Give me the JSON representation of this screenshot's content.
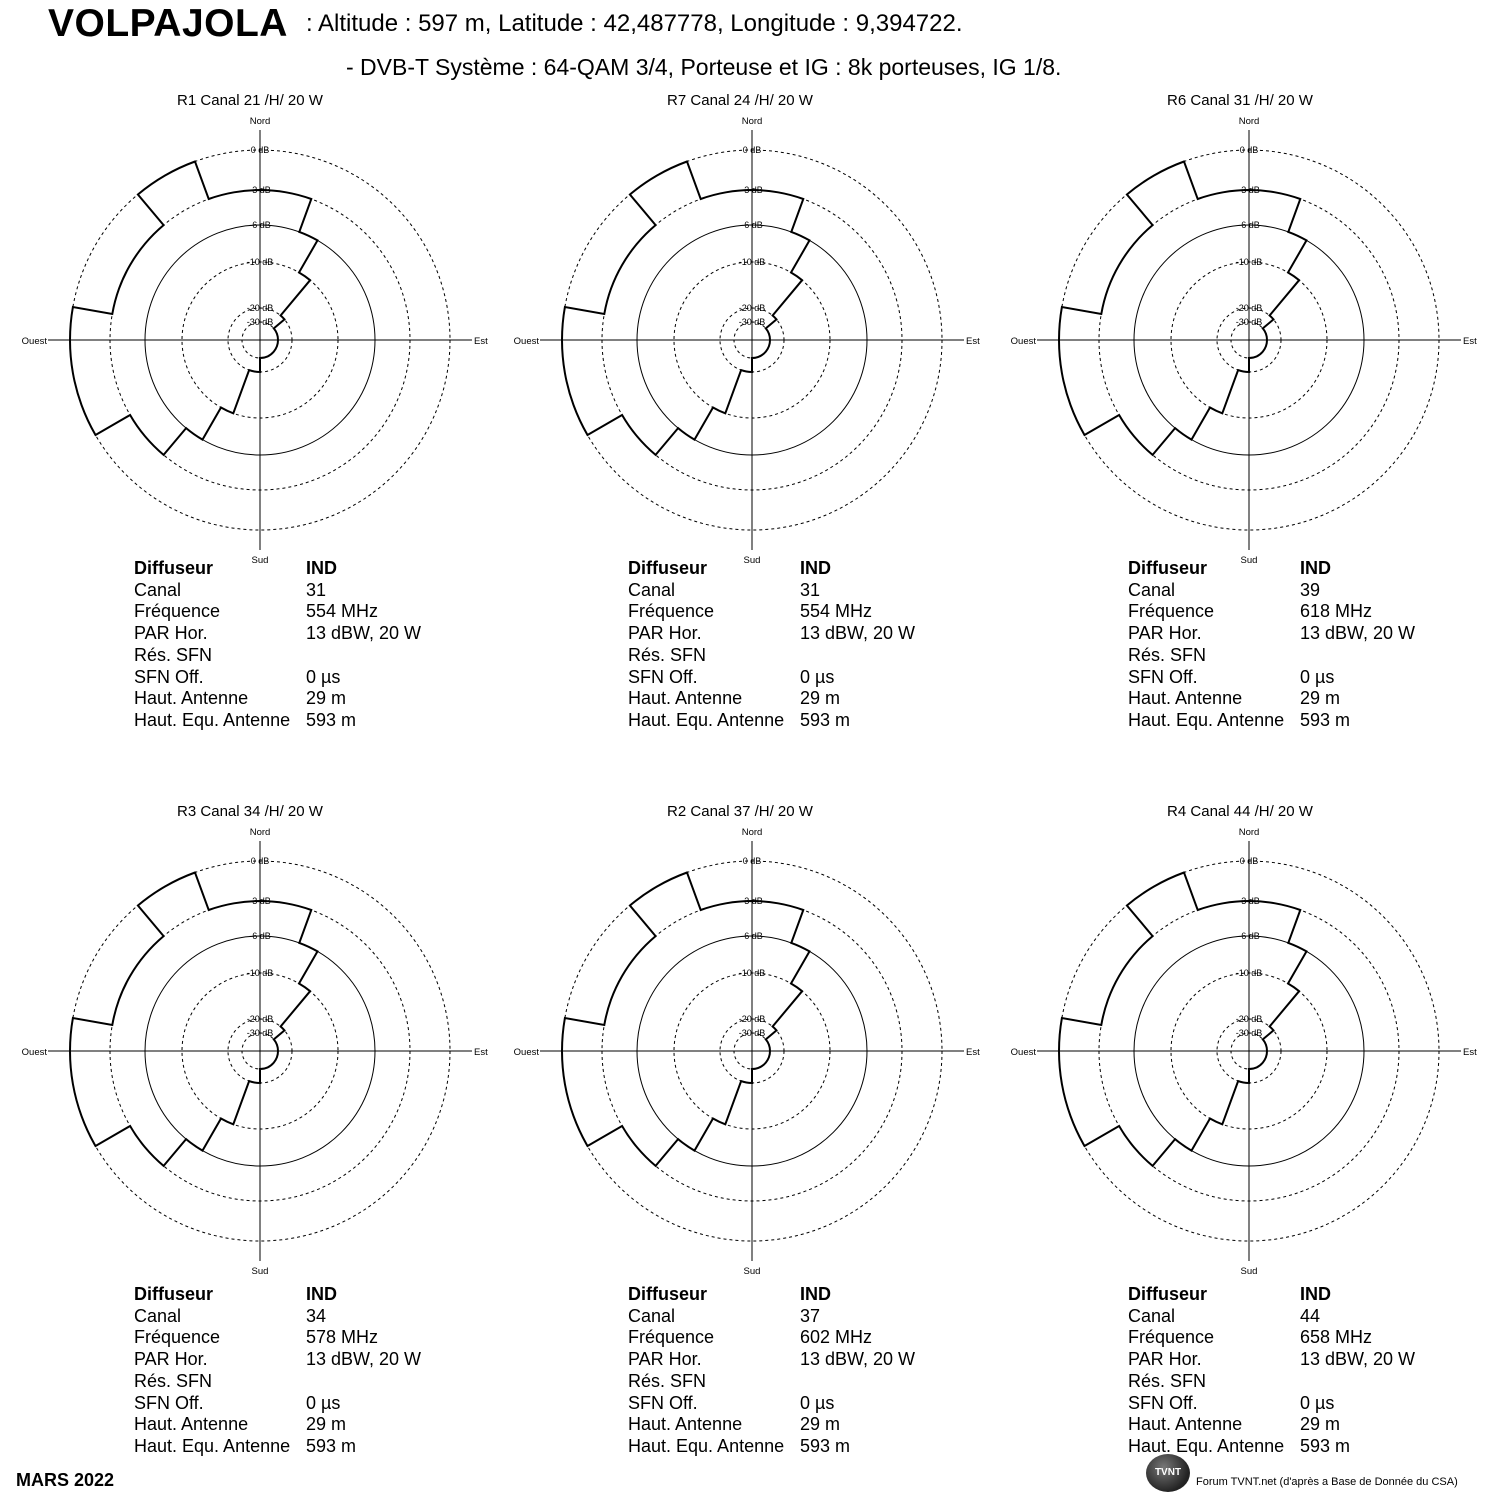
{
  "header": {
    "site": "VOLPAJOLA",
    "coords": ": Altitude : 597 m,  Latitude : 42,487778,  Longitude : 9,394722.",
    "system": "- DVB-T  Système : 64-QAM 3/4,   Porteuse et IG : 8k porteuses, IG 1/8."
  },
  "labels": {
    "north": "Nord",
    "south": "Sud",
    "east": "Est",
    "west": "Ouest",
    "rings": [
      "0 dB",
      "-3 dB",
      "-6 dB",
      "-10 dB",
      "-20 dB",
      "-30 dB"
    ]
  },
  "info_keys": [
    "Diffuseur",
    "Canal",
    "Fréquence",
    "PAR Hor.",
    "Rés. SFN",
    "SFN Off.",
    "Haut. Antenne",
    "Haut. Equ. Antenne"
  ],
  "panels": [
    {
      "title": "R1  Canal 21 /H/ 20 W",
      "values": [
        "IND",
        "31",
        "554 MHz",
        "13 dBW, 20 W",
        "",
        "0 µs",
        "29 m",
        "593 m"
      ]
    },
    {
      "title": "R7  Canal 24 /H/ 20 W",
      "values": [
        "IND",
        "31",
        "554 MHz",
        "13 dBW, 20 W",
        "",
        "0 µs",
        "29 m",
        "593 m"
      ]
    },
    {
      "title": "R6  Canal 31 /H/ 20 W",
      "values": [
        "IND",
        "39",
        "618 MHz",
        "13 dBW, 20 W",
        "",
        "0 µs",
        "29 m",
        "593 m"
      ]
    },
    {
      "title": "R3  Canal 34 /H/ 20 W",
      "values": [
        "IND",
        "34",
        "578 MHz",
        "13 dBW, 20 W",
        "",
        "0 µs",
        "29 m",
        "593 m"
      ]
    },
    {
      "title": "R2   Canal 37 /H/ 20 W",
      "values": [
        "IND",
        "37",
        "602 MHz",
        "13 dBW, 20 W",
        "",
        "0 µs",
        "29 m",
        "593 m"
      ]
    },
    {
      "title": "R4  Canal 44 /H/ 20 W",
      "values": [
        "IND",
        "44",
        "658 MHz",
        "13 dBW, 20 W",
        "",
        "0 µs",
        "29 m",
        "593 m"
      ]
    }
  ],
  "pattern": [
    {
      "az": 0,
      "db": -3
    },
    {
      "az": 10,
      "db": -3
    },
    {
      "az": 20,
      "db": -6
    },
    {
      "az": 30,
      "db": -10
    },
    {
      "az": 40,
      "db": -20
    },
    {
      "az": 50,
      "db": -30
    },
    {
      "az": 90,
      "db": -30
    },
    {
      "az": 130,
      "db": -30
    },
    {
      "az": 180,
      "db": -20
    },
    {
      "az": 190,
      "db": -20
    },
    {
      "az": 200,
      "db": -10
    },
    {
      "az": 210,
      "db": -6
    },
    {
      "az": 220,
      "db": -3
    },
    {
      "az": 230,
      "db": -3
    },
    {
      "az": 240,
      "db": 0
    },
    {
      "az": 250,
      "db": 0
    },
    {
      "az": 260,
      "db": 0
    },
    {
      "az": 270,
      "db": 0
    },
    {
      "az": 280,
      "db": -3
    },
    {
      "az": 290,
      "db": -3
    },
    {
      "az": 300,
      "db": -3
    },
    {
      "az": 310,
      "db": -3
    },
    {
      "az": 320,
      "db": 0
    },
    {
      "az": 330,
      "db": 0
    },
    {
      "az": 340,
      "db": -3
    },
    {
      "az": 350,
      "db": -3
    }
  ],
  "footer": {
    "date": "MARS 2022",
    "logo": "TVNT",
    "credit": "Forum TVNT.net (d'après a Base de Donnée du CSA)"
  }
}
